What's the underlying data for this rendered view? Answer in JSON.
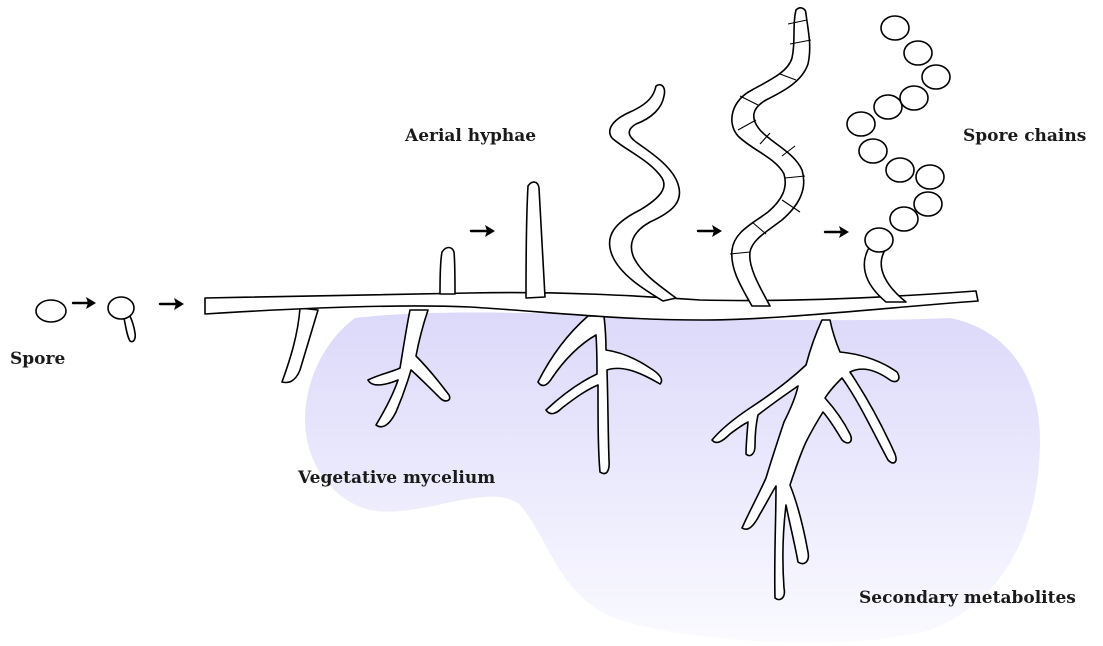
{
  "labels": {
    "spore": "Spore",
    "aerial_hyphae": "Aerial hyphae",
    "spore_chains": "Spore chains",
    "vegetative_mycelium": "Vegetative mycelium",
    "secondary_metabolites": "Secondary metabolites"
  },
  "colors": {
    "metabolite_halo_top": "#dcd9fa",
    "metabolite_halo_bottom": "#fafaff",
    "outline": "#000000",
    "hypha_fill": "#ffffff"
  },
  "stages": [
    "spore",
    "germinating spore",
    "vegetative mycelium",
    "aerial hyphae",
    "septated aerial hyphae",
    "spore chains"
  ]
}
